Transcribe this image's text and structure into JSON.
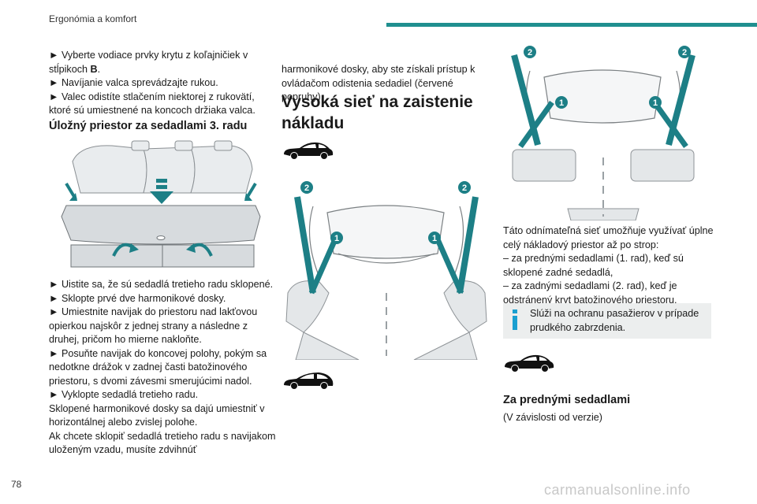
{
  "header": {
    "section_title": "Ergonómia a komfort"
  },
  "col1": {
    "lines_top": [
      {
        "prefix": "► Vyberte vodiace prvky krytu z koľajničiek v stĺpikoch ",
        "bold": "B",
        "suffix": "."
      },
      {
        "text": "► Navíjanie valca sprevádzajte rukou."
      },
      {
        "text": "► Valec odistíte stlačením niektorej z rukovätí, ktoré sú umiestnené na koncoch držiaka valca."
      }
    ],
    "heading": "Úložný priestor za sedadlami 3. radu",
    "lines_bottom": [
      "► Uistite sa, že sú sedadlá tretieho radu sklopené.",
      "► Sklopte prvé dve harmonikové dosky.",
      "► Umiestnite navijak do priestoru nad lakťovou opierkou najskôr z jednej strany a následne z druhej, pričom ho mierne nakloňte.",
      "► Posuňte navijak do koncovej polohy, pokým sa nedotkne drážok v zadnej časti batožinového priestoru, s dvomi závesmi smerujúcimi nadol.",
      "► Vyklopte sedadlá tretieho radu.",
      "Sklopené harmonikové dosky sa dajú umiestniť v horizontálnej alebo zvislej polohe.",
      "Ak chcete sklopiť sedadlá tretieho radu s navijakom uloženým vzadu, musíte zdvihnúť"
    ]
  },
  "col2": {
    "continuation": "harmonikové dosky, aby ste získali prístup k ovládačom odistenia sedadiel (červené popruhy).",
    "heading": "Vysoká sieť na zaistenie nákladu",
    "callouts": {
      "one": "1",
      "two": "2"
    }
  },
  "col3": {
    "lines": [
      "Táto odnímateľná sieť umožňuje využívať úplne celý nákladový priestor až po strop:",
      "– za prednými sedadlami (1. rad), keď sú sklopené zadné sedadlá,",
      "– za zadnými sedadlami (2. rad), keď je odstránený kryt batožinového priestoru."
    ],
    "info": "Slúži na ochranu pasažierov v prípade prudkého zabrzdenia.",
    "heading": "Za prednými sedadlami",
    "note": "(V závislosti od verzie)"
  },
  "footer": {
    "page_number": "78",
    "watermark": "carmanualsonline.info"
  },
  "colors": {
    "accent": "#1f8f8f",
    "info_blue": "#1a9fd0",
    "callout": "#1d7f86"
  },
  "icons": [
    "car-silhouette-icon",
    "info-icon",
    "arrow-down-icon",
    "rotate-arrow-icon"
  ]
}
